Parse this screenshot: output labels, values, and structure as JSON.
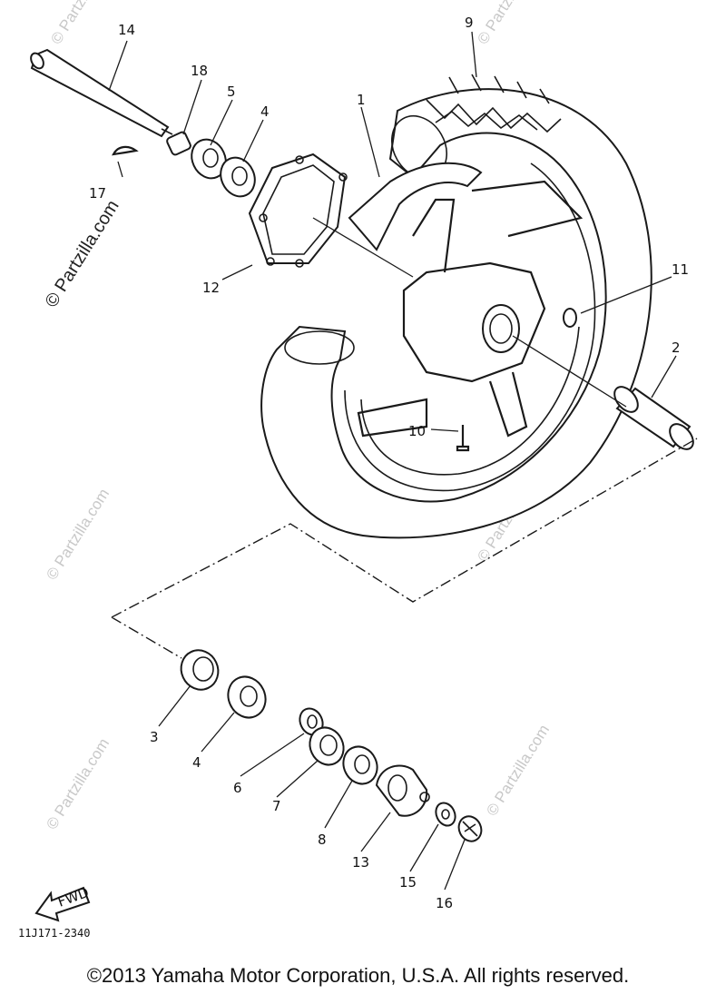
{
  "callouts": [
    {
      "id": "c14",
      "text": "14"
    },
    {
      "id": "c9",
      "text": "9"
    },
    {
      "id": "c18",
      "text": "18"
    },
    {
      "id": "c5",
      "text": "5"
    },
    {
      "id": "c4a",
      "text": "4"
    },
    {
      "id": "c1",
      "text": "1"
    },
    {
      "id": "c17",
      "text": "17"
    },
    {
      "id": "c12",
      "text": "12"
    },
    {
      "id": "c11",
      "text": "11"
    },
    {
      "id": "c2",
      "text": "2"
    },
    {
      "id": "c10",
      "text": "10"
    },
    {
      "id": "c3",
      "text": "3"
    },
    {
      "id": "c4b",
      "text": "4"
    },
    {
      "id": "c6",
      "text": "6"
    },
    {
      "id": "c7",
      "text": "7"
    },
    {
      "id": "c8",
      "text": "8"
    },
    {
      "id": "c13",
      "text": "13"
    },
    {
      "id": "c15",
      "text": "15"
    },
    {
      "id": "c16",
      "text": "16"
    }
  ],
  "fwd_label": "FWD",
  "drawing_code": "11J171-2340",
  "watermark": "© Partzilla.com",
  "copyright": "©2013 Yamaha Motor Corporation, U.S.A. All rights reserved."
}
